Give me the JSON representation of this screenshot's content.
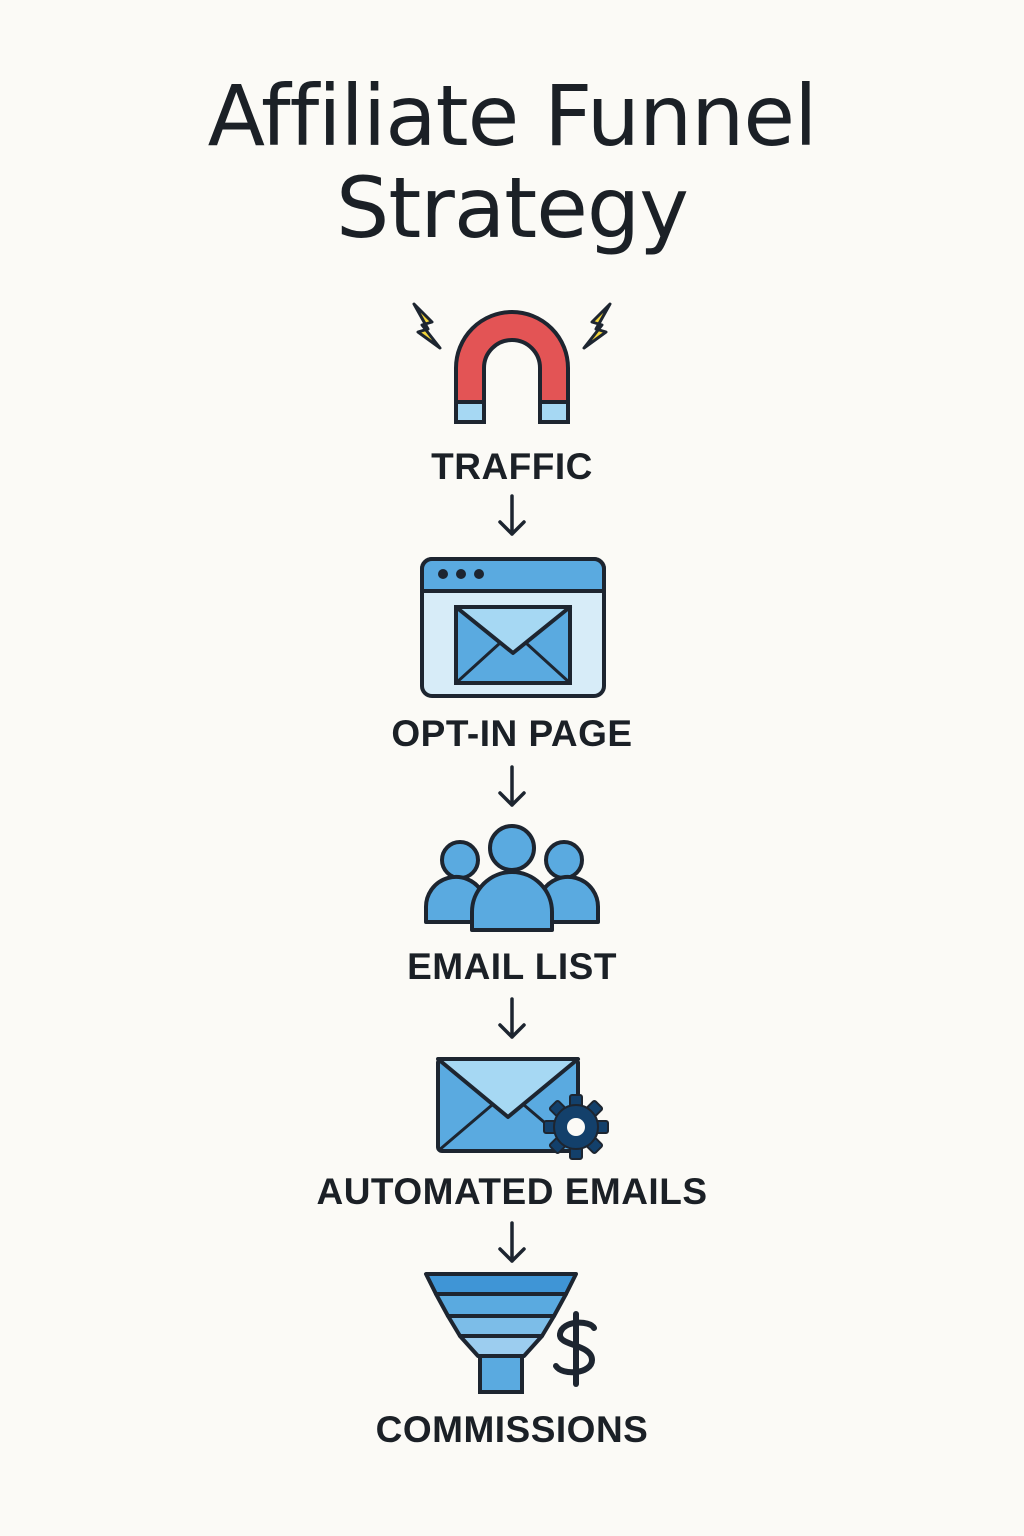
{
  "title": {
    "line1": "Affiliate Funnel",
    "line2": "Strategy"
  },
  "steps": [
    {
      "label": "TRAFFIC",
      "icon": "magnet-icon"
    },
    {
      "label": "OPT-IN PAGE",
      "icon": "browser-envelope-icon"
    },
    {
      "label": "EMAIL LIST",
      "icon": "people-group-icon"
    },
    {
      "label": "AUTOMATED EMAILS",
      "icon": "envelope-gear-icon"
    },
    {
      "label": "COMMISSIONS",
      "icon": "funnel-dollar-icon"
    }
  ],
  "colors": {
    "background": "#fbfaf6",
    "text": "#1b2026",
    "outline": "#1d2530",
    "blue": "#5aaae0",
    "light_blue": "#a6d8f3",
    "pale_blue": "#d7ecf8",
    "dark_blue": "#13406b",
    "magnet_red": "#e35455",
    "spark_yellow": "#f3d53b"
  }
}
